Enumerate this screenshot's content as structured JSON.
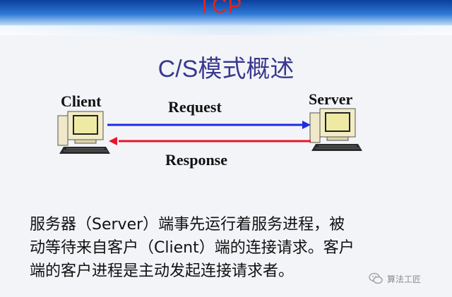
{
  "header": {
    "title": "TCP"
  },
  "slide": {
    "title": "C/S模式概述"
  },
  "diagram": {
    "client_label": "Client",
    "server_label": "Server",
    "request_label": "Request",
    "response_label": "Response",
    "request_color": "#1f2be0",
    "response_color": "#e8142a"
  },
  "description": {
    "lines": [
      "服务器（Server）端事先运行着服务进程，被",
      "动等待来自客户（Client）端的连接请求。客户",
      "端的客户进程是主动发起连接请求者。"
    ]
  },
  "watermark": {
    "icon": "wechat-icon",
    "text": "算法工匠"
  }
}
